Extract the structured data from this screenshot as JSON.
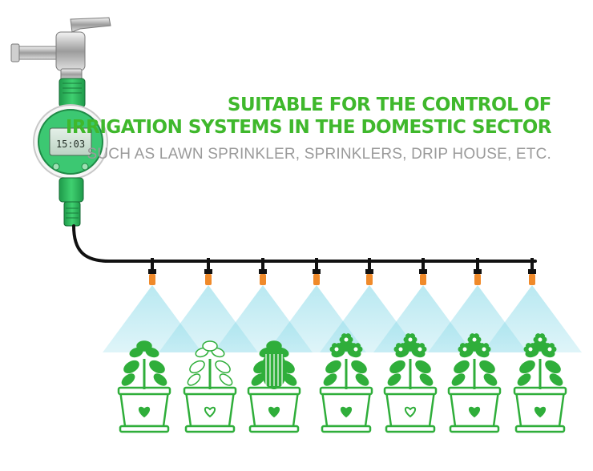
{
  "headline": {
    "line1": "SUITABLE FOR THE CONTROL OF",
    "line2": "IRRIGATION SYSTEMS IN THE DOMESTIC SECTOR",
    "subtitle": "SUCH AS LAWN SPRINKLER, SPRINKLERS, DRIP HOUSE, ETC."
  },
  "timer": {
    "display": "15:03"
  },
  "colors": {
    "headline": "#3fb82c",
    "subtitle": "#9a9a9a",
    "plant_green": "#2fae3a",
    "mist": "#7fd6e6",
    "nozzle": "#f08a2a",
    "hose": "#111111"
  },
  "sprinkler_count": 8,
  "plant_pot_count": 8
}
